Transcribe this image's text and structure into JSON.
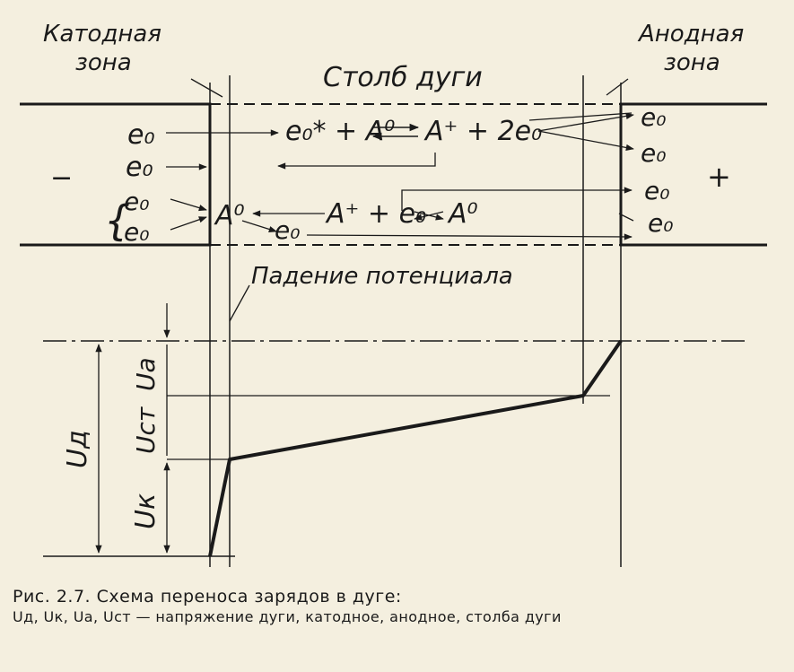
{
  "labels": {
    "cathode_zone_line1": "Катодная",
    "cathode_zone_line2": "зона",
    "arc_column": "Столб дуги",
    "anode_zone_line1": "Анодная",
    "anode_zone_line2": "зона",
    "minus": "−",
    "plus": "+",
    "potential_drop": "Падение потенциала",
    "u_arc": "Uд",
    "u_cathode": "Uк",
    "u_column": "Uст",
    "u_anode": "Ua"
  },
  "formulas": {
    "e0_left_1": "e₀",
    "e0_left_2": "e₀",
    "e0_left_3": "e₀",
    "e0_left_4": "e₀",
    "reaction_top_left": "e₀* + A⁰",
    "reaction_top_right": "A⁺ + 2e₀",
    "cathode_atom": "A⁰",
    "column_electron": "e₀",
    "reaction_bottom_left": "A⁺ + e₀",
    "reaction_bottom_right": "A⁰",
    "e0_right_1": "e₀",
    "e0_right_2": "e₀",
    "e0_right_3": "e₀",
    "e0_right_4": "e₀"
  },
  "caption": {
    "title": "Рис. 2.7. Схема переноса зарядов в дуге:",
    "description": "Uд, Uк, Ua, Uст — напряжение дуги, катодное, анодное, столба дуги"
  }
}
